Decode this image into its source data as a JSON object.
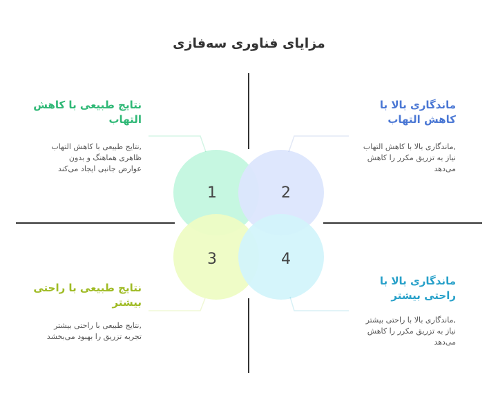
{
  "title": "مزایای فناوری سه‌فازی",
  "colors": {
    "green": "#2fb876",
    "blue": "#4a77d4",
    "lime": "#9fbb24",
    "cyan": "#27a0c9",
    "circle_1": "#c6f7e1",
    "circle_2": "#dce6fd",
    "circle_3": "#eefcc4",
    "circle_4": "#d3f4fb",
    "axis": "#333333"
  },
  "circles": [
    {
      "number": "1"
    },
    {
      "number": "2"
    },
    {
      "number": "3"
    },
    {
      "number": "4"
    }
  ],
  "quadrants": {
    "top_left": {
      "heading": "نتایج طبیعی با کاهش التهاب",
      "lines": [
        ",نتایج طبیعی با کاهش التهاب",
        "ظاهری هماهنگ و بدون",
        "عوارض جانبی ایجاد می‌کند"
      ]
    },
    "top_right": {
      "heading": "ماندگاری بالا با کاهش التهاب",
      "lines": [
        ",ماندگاری بالا با کاهش التهاب",
        "نیاز به تزریق مکرر را کاهش",
        "می‌دهد"
      ]
    },
    "bottom_left": {
      "heading": "نتایج طبیعی با راحتی بیشتر",
      "lines": [
        ",نتایج طبیعی با راحتی بیشتر",
        "تجربه تزریق را بهبود می‌بخشد"
      ]
    },
    "bottom_right": {
      "heading": "ماندگاری بالا با راحتی بیشتر",
      "lines": [
        ",ماندگاری بالا با راحتی بیشتر",
        "نیاز به تزریق مکرر را کاهش",
        "می‌دهد"
      ]
    }
  }
}
